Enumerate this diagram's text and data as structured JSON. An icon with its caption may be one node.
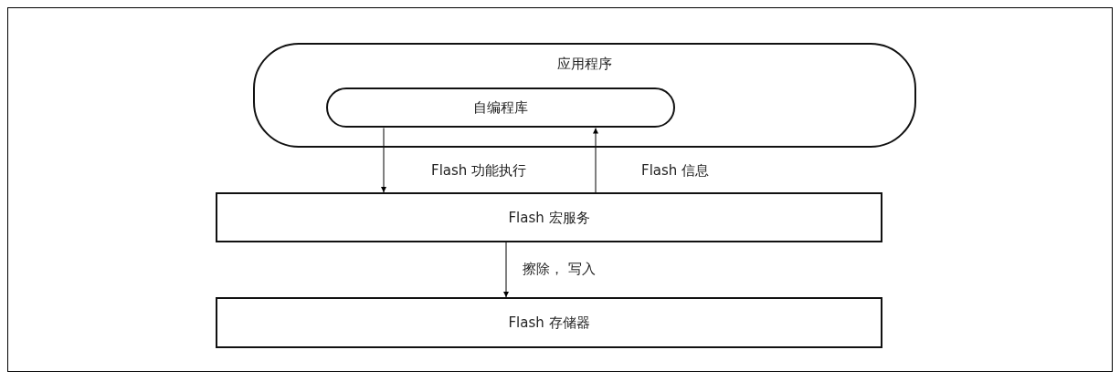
{
  "diagram": {
    "nodes": [
      {
        "text": [
          "应用程序"
        ]
      },
      {
        "text": [
          "自编程库"
        ],
        "in": 0
      },
      {
        "text": [
          "Flash 宏服务"
        ]
      },
      {
        "text": [
          "Flash 存储器"
        ]
      }
    ],
    "edges": [
      {
        "from": 1,
        "to": 2,
        "arrow": "to",
        "label": "Flash 功能执行"
      },
      {
        "from": 2,
        "to": 1,
        "arrow": "to",
        "label": "Flash 信息"
      },
      {
        "from": 2,
        "to": 3,
        "arrow": "to",
        "label": "擦除， 写入"
      }
    ]
  }
}
